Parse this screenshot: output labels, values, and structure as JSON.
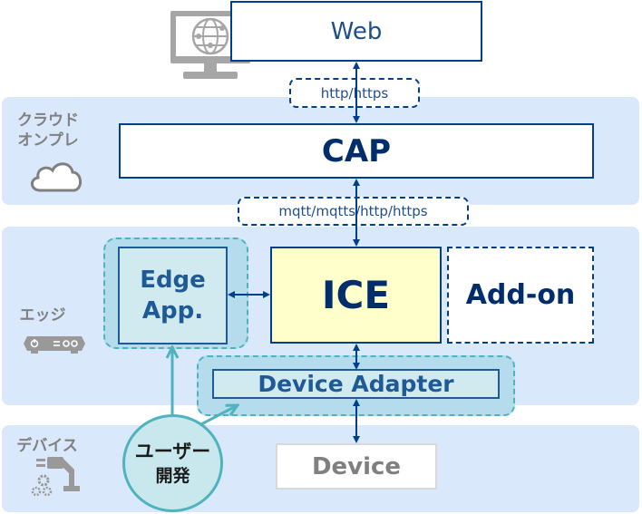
{
  "colors": {
    "navy": "#003f8a",
    "band": "#dae8fc",
    "teal": "#4fb3bf",
    "ice_fill": "#ffffcc",
    "gray_text": "#808080"
  },
  "layers": {
    "cloud": {
      "label_line1": "クラウド",
      "label_line2": "オンプレ",
      "icon": "cloud-icon"
    },
    "edge": {
      "label": "エッジ",
      "icon": "gateway-device-icon"
    },
    "device": {
      "label": "デバイス",
      "icon": "robot-arm-gears-icon"
    }
  },
  "nodes": {
    "web": {
      "label": "Web",
      "icon": "monitor-globe-icon"
    },
    "cap": {
      "label": "CAP"
    },
    "edge_app": {
      "line1": "Edge",
      "line2": "App."
    },
    "ice": {
      "label": "ICE"
    },
    "addon": {
      "label": "Add-on"
    },
    "device_adapter": {
      "label": "Device Adapter"
    },
    "device": {
      "label": "Device"
    },
    "user_dev": {
      "line1": "ユーザー",
      "line2": "開発"
    }
  },
  "protocols": {
    "web_cap": "http/https",
    "cap_ice": "mqtt/mqtts/http/https"
  }
}
